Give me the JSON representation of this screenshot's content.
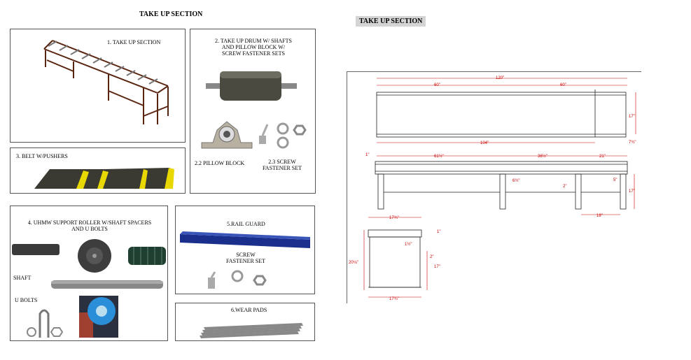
{
  "left": {
    "title": "TAKE UP SECTION",
    "panels": {
      "p1": {
        "label": "1. TAKE UP SECTION"
      },
      "p2": {
        "label_1": "2. TAKE UP DRUM w/ SHAFTS",
        "label_2": "and PILLOW BLOCK  w/",
        "label_3": "SCREW  FASTENER SETS",
        "pillow": "2.2 PILLOW BLOCK",
        "screw_1": "2.3 SCREW",
        "screw_2": "FASTENER SET"
      },
      "p3": {
        "label": "3. BELT w/PUSHERS"
      },
      "p4": {
        "label_1": "4. UHMW SUPPORT ROLLER w/SHAFT Spacers",
        "label_2": "and U BOLTS",
        "shaft": "SHAFT",
        "ubolts": "U BOLTS"
      },
      "p5": {
        "label": "5.RAIL GUARD",
        "screw_1": "SCREW",
        "screw_2": "FASTENER SET"
      },
      "p6": {
        "label": "6.WEAR PADS"
      }
    }
  },
  "right": {
    "title": "TAKE UP SECTION",
    "dims": {
      "top_total": "120\"",
      "top_left": "60\"",
      "top_right": "60\"",
      "top_height": "17\"",
      "top_bottom": "104\"",
      "top_small": "7¾\"",
      "mid_1": "1\"",
      "mid_a": "61½\"",
      "mid_b": "36½\"",
      "mid_c": "21\"",
      "mid_6": "6½\"",
      "mid_2": "2\"",
      "mid_5": "5\"",
      "mid_h": "17\"",
      "mid_18": "18\"",
      "end_top": "17¾\"",
      "end_1": "1\"",
      "end_15": "1½\"",
      "end_2": "2\"",
      "end_left": "20⅛\"",
      "end_right": "17\"",
      "end_bottom": "17¾\""
    }
  }
}
